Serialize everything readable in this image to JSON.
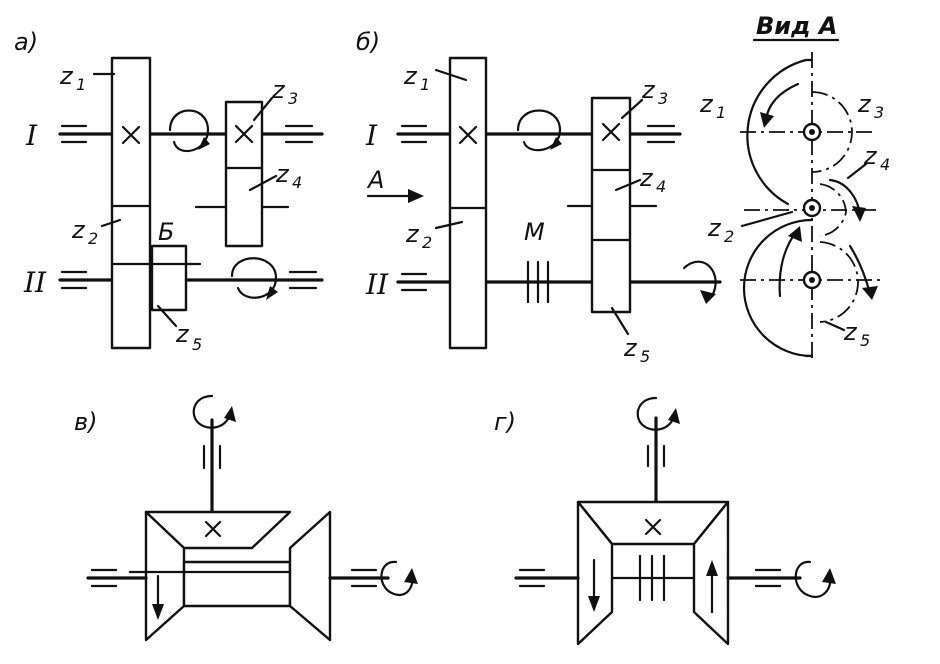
{
  "panels": {
    "a": {
      "letter": "а)",
      "shaft_1": "I",
      "shaft_2": "II",
      "gears": {
        "z1": "z",
        "z2": "z",
        "z3": "z",
        "z4": "z",
        "z5": "z"
      },
      "subs": {
        "z1": "1",
        "z2": "2",
        "z3": "3",
        "z4": "4",
        "z5": "5"
      },
      "block_label": "Б"
    },
    "b": {
      "letter": "б)",
      "shaft_1": "I",
      "shaft_2": "II",
      "view_arrow_label": "A",
      "clutch_label": "M",
      "gears": {
        "z1": "z",
        "z2": "z",
        "z3": "z",
        "z4": "z",
        "z5": "z"
      },
      "subs": {
        "z1": "1",
        "z2": "2",
        "z3": "3",
        "z4": "4",
        "z5": "5"
      }
    },
    "view": {
      "title": "Вид A",
      "gears": {
        "z1": "z",
        "z2": "z",
        "z3": "z",
        "z4": "z",
        "z5": "z"
      },
      "subs": {
        "z1": "1",
        "z2": "2",
        "z3": "3",
        "z4": "4",
        "z5": "5"
      }
    },
    "v": {
      "letter": "в)"
    },
    "g": {
      "letter": "г)"
    }
  }
}
